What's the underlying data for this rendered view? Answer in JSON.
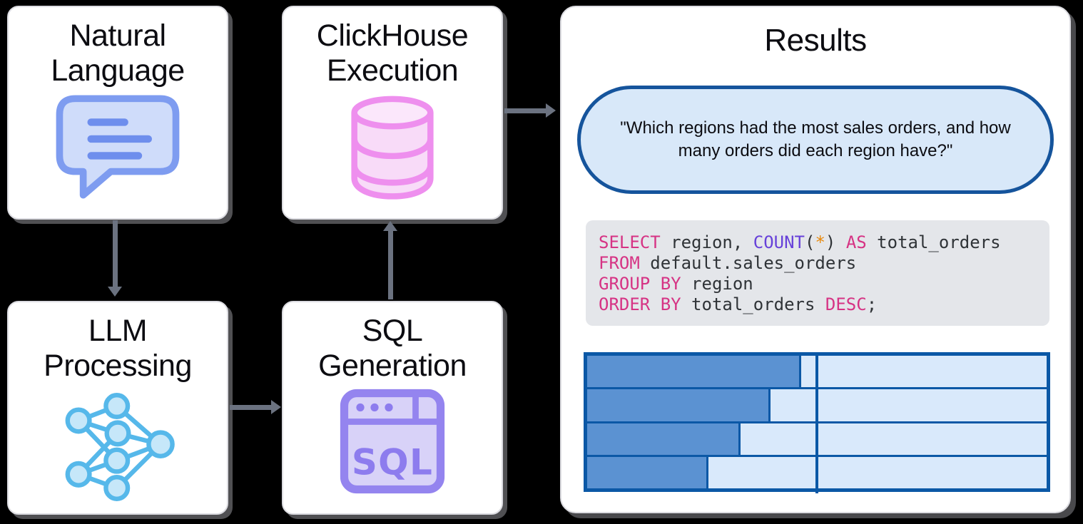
{
  "nodes": {
    "natural_language": {
      "title": "Natural Language",
      "icon": "chat-bubble-icon"
    },
    "clickhouse": {
      "title": "ClickHouse Execution",
      "icon": "database-icon"
    },
    "llm": {
      "title": "LLM Processing",
      "icon": "neural-network-icon"
    },
    "sql": {
      "title": "SQL Generation",
      "icon": "sql-window-icon"
    }
  },
  "arrows": [
    {
      "from": "natural-language",
      "to": "llm-processing",
      "direction": "down"
    },
    {
      "from": "llm-processing",
      "to": "sql-generation",
      "direction": "right"
    },
    {
      "from": "sql-generation",
      "to": "clickhouse-execution",
      "direction": "up"
    },
    {
      "from": "clickhouse-execution",
      "to": "results",
      "direction": "right"
    }
  ],
  "results": {
    "title": "Results",
    "question": "\"Which regions had the most sales orders, and how many orders did each region have?\""
  },
  "sql_block": {
    "colors": {
      "kw": "#d63384",
      "fn": "#6741d9",
      "star": "#e8890c",
      "plain": "#2f3337"
    },
    "lines": [
      [
        {
          "t": "SELECT",
          "c": "kw"
        },
        {
          "t": " region, ",
          "c": "plain"
        },
        {
          "t": "COUNT",
          "c": "fn"
        },
        {
          "t": "(",
          "c": "plain"
        },
        {
          "t": "*",
          "c": "star"
        },
        {
          "t": ") ",
          "c": "plain"
        },
        {
          "t": "AS",
          "c": "kw"
        },
        {
          "t": " total_orders",
          "c": "plain"
        }
      ],
      [
        {
          "t": "FROM",
          "c": "kw"
        },
        {
          "t": " default.sales_orders",
          "c": "plain"
        }
      ],
      [
        {
          "t": "GROUP BY",
          "c": "kw"
        },
        {
          "t": " region",
          "c": "plain"
        }
      ],
      [
        {
          "t": "ORDER BY",
          "c": "kw"
        },
        {
          "t": " total_orders ",
          "c": "plain"
        },
        {
          "t": "DESC",
          "c": "kw"
        },
        {
          "t": ";",
          "c": "plain"
        }
      ]
    ]
  },
  "chart_data": {
    "type": "bar",
    "orientation": "horizontal",
    "title": "",
    "categories": [
      "",
      "",
      "",
      ""
    ],
    "values_fraction_of_width": [
      0.466,
      0.399,
      0.334,
      0.264
    ],
    "divider_position_fraction": 0.5,
    "tick_labels_visible": false,
    "legend": "none",
    "grid": "row separators only"
  },
  "colors": {
    "arrow": "#6b7280",
    "bubble_fill": "#d8e8f9",
    "bubble_border": "#15549c",
    "code_bg": "#e4e6ea",
    "chart_border": "#0b58a6",
    "chart_bar": "#5b92d2",
    "chart_bg": "#d9e9fb",
    "icon_blue_fill": "#cfdcfa",
    "icon_blue_stroke": "#7e9cf0",
    "icon_blue_line": "#6e8eed",
    "icon_pink_fill": "#f8dbf8",
    "icon_pink_top": "#fbe7fb",
    "icon_pink_stroke": "#ee8fee",
    "icon_cyan_fill": "#c6e7f9",
    "icon_cyan_stroke": "#56b8ea",
    "icon_purple_fill": "#d8d2f8",
    "icon_purple_stroke": "#9484ef",
    "icon_purple_accent": "#8d7cee"
  }
}
